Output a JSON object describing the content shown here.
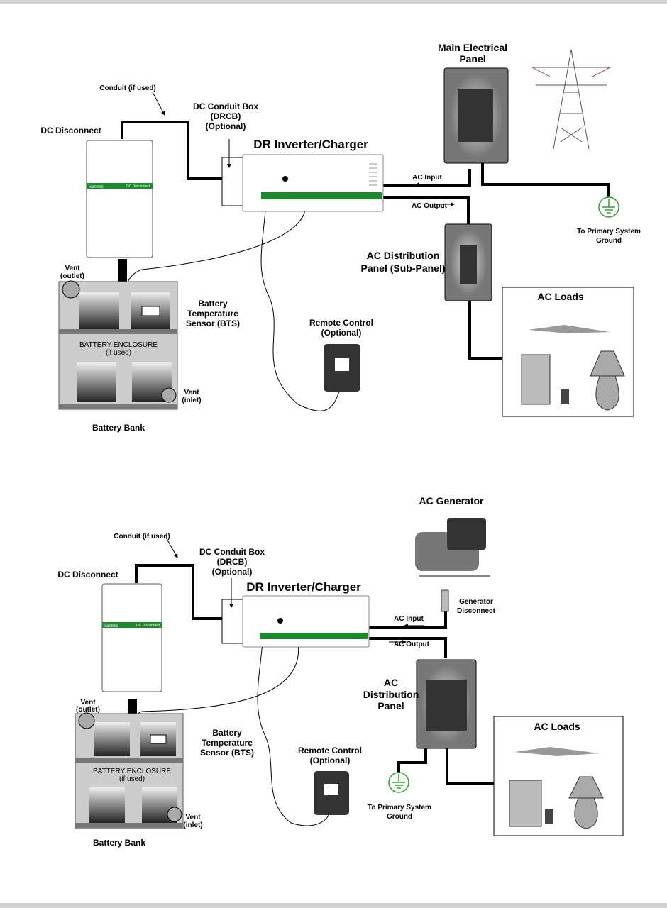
{
  "colors": {
    "accent_green": "#1a8a2a",
    "ground_green": "#2aa52a",
    "panel_gray": "#8a8a8a"
  },
  "top": {
    "conduit": "Conduit (if used)",
    "dc_disconnect": "DC Disconnect",
    "conduit_box": [
      "DC Conduit Box",
      "(DRCB)",
      "(Optional)"
    ],
    "inverter": "DR Inverter/Charger",
    "main_panel": [
      "Main Electrical",
      "Panel"
    ],
    "ac_input": "AC Input",
    "ac_output": "AC Output",
    "ground": [
      "To Primary System",
      "Ground"
    ],
    "dist_panel": [
      "AC Distribution",
      "Panel (Sub-Panel)"
    ],
    "ac_loads": "AC Loads",
    "vent_outlet": [
      "Vent",
      "(outlet)"
    ],
    "bts": [
      "Battery",
      "Temperature",
      "Sensor (BTS)"
    ],
    "enclosure": [
      "BATTERY ENCLOSURE",
      "(if used)"
    ],
    "remote": [
      "Remote Control",
      "(Optional)"
    ],
    "vent_inlet": [
      "Vent",
      "(inlet)"
    ],
    "battery_bank": "Battery Bank",
    "brand": "xantrex",
    "disconnect_label": "DC Disconnect"
  },
  "bottom": {
    "generator": "AC Generator",
    "conduit": "Conduit (if used)",
    "conduit_box": [
      "DC Conduit Box",
      "(DRCB)",
      "(Optional)"
    ],
    "dc_disconnect": "DC Disconnect",
    "inverter": "DR Inverter/Charger",
    "gen_disconnect": [
      "Generator",
      "Disconnect"
    ],
    "ac_input": "AC Input",
    "ac_output": "AC Output",
    "dist_panel": [
      "AC",
      "Distribution",
      "Panel"
    ],
    "ac_loads": "AC Loads",
    "vent_outlet": [
      "Vent",
      "(outlet)"
    ],
    "bts": [
      "Battery",
      "Temperature",
      "Sensor (BTS)"
    ],
    "enclosure": [
      "BATTERY ENCLOSURE",
      "(if used)"
    ],
    "remote": [
      "Remote Control",
      "(Optional)"
    ],
    "ground": [
      "To Primary System",
      "Ground"
    ],
    "vent_inlet": [
      "Vent",
      "(inlet)"
    ],
    "battery_bank": "Battery Bank",
    "brand": "xantrex",
    "disconnect_label": "DC Disconnect"
  }
}
